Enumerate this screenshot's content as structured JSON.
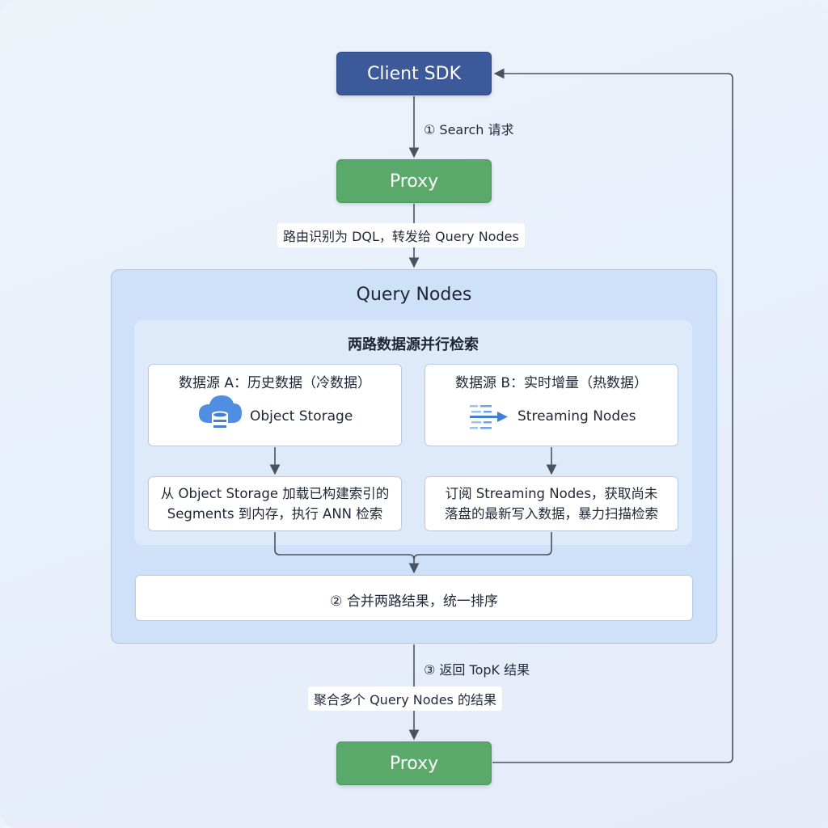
{
  "nodes": {
    "client_sdk": "Client SDK",
    "proxy_top": "Proxy",
    "proxy_bottom": "Proxy"
  },
  "edges": {
    "search_request": "① Search 请求",
    "route": "路由识别为 DQL，转发给 Query Nodes",
    "return_topk": "③ 返回 TopK 结果",
    "aggregate": "聚合多个 Query Nodes 的结果"
  },
  "query_nodes": {
    "title": "Query Nodes",
    "inner_title": "两路数据源并行检索",
    "source_a": {
      "title": "数据源 A：历史数据（冷数据）",
      "sub": "Object Storage",
      "icon": "cloud-database-icon",
      "exec_line1": "从 Object Storage 加载已构建索引的",
      "exec_line2": "Segments 到内存，执行 ANN 检索"
    },
    "source_b": {
      "title": "数据源 B：实时增量（热数据）",
      "sub": "Streaming Nodes",
      "icon": "streaming-arrow-icon",
      "exec_line1": "订阅 Streaming Nodes，获取尚未",
      "exec_line2": "落盘的最新写入数据，暴力扫描检索"
    },
    "merge": "② 合并两路结果，统一排序"
  },
  "colors": {
    "client": "#3c5a9a",
    "proxy": "#5aa96b",
    "query_nodes_bg": "#cfe1f8",
    "accent_blue": "#3f7fd6",
    "wire": "#4a5260"
  }
}
